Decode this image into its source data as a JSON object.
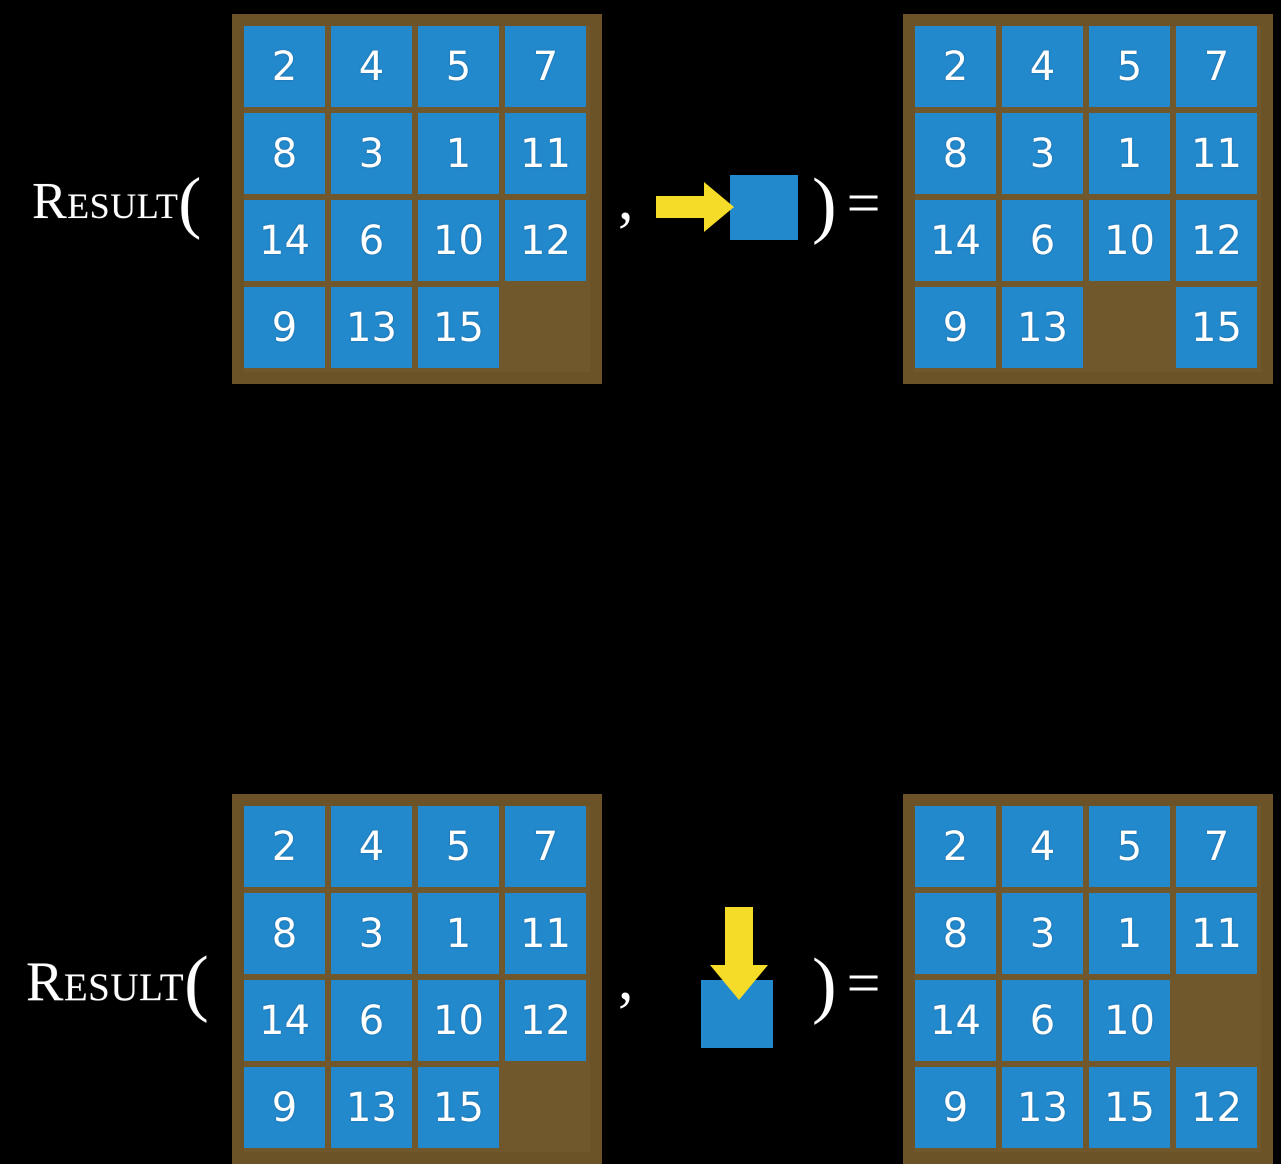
{
  "background_color": "#000000",
  "colors": {
    "tile": "#2389cd",
    "board_frame": "#6b5227",
    "arrow": "#f5dc28",
    "text": "#ffffff"
  },
  "rows": [
    {
      "id": "row-1",
      "label": "Result",
      "open_paren": "(",
      "comma": ",",
      "close_paren": ")",
      "equals": "=",
      "move": {
        "direction": "right",
        "icon_name": "right-arrow-into-tile"
      },
      "input_board": {
        "name": "input-board-row-1",
        "rows": [
          [
            "2",
            "4",
            "5",
            "7"
          ],
          [
            "8",
            "3",
            "1",
            "11"
          ],
          [
            "14",
            "6",
            "10",
            "12"
          ],
          [
            "9",
            "13",
            "15",
            ""
          ]
        ]
      },
      "output_board": {
        "name": "output-board-row-1",
        "rows": [
          [
            "2",
            "4",
            "5",
            "7"
          ],
          [
            "8",
            "3",
            "1",
            "11"
          ],
          [
            "14",
            "6",
            "10",
            "12"
          ],
          [
            "9",
            "13",
            "",
            "15"
          ]
        ]
      }
    },
    {
      "id": "row-2",
      "label": "Result",
      "open_paren": "(",
      "comma": ",",
      "close_paren": ")",
      "equals": "=",
      "move": {
        "direction": "down",
        "icon_name": "down-arrow-into-tile"
      },
      "input_board": {
        "name": "input-board-row-2",
        "rows": [
          [
            "2",
            "4",
            "5",
            "7"
          ],
          [
            "8",
            "3",
            "1",
            "11"
          ],
          [
            "14",
            "6",
            "10",
            "12"
          ],
          [
            "9",
            "13",
            "15",
            ""
          ]
        ]
      },
      "output_board": {
        "name": "output-board-row-2",
        "rows": [
          [
            "2",
            "4",
            "5",
            "7"
          ],
          [
            "8",
            "3",
            "1",
            "11"
          ],
          [
            "14",
            "6",
            "10",
            ""
          ],
          [
            "9",
            "13",
            "15",
            "12"
          ]
        ]
      }
    }
  ]
}
